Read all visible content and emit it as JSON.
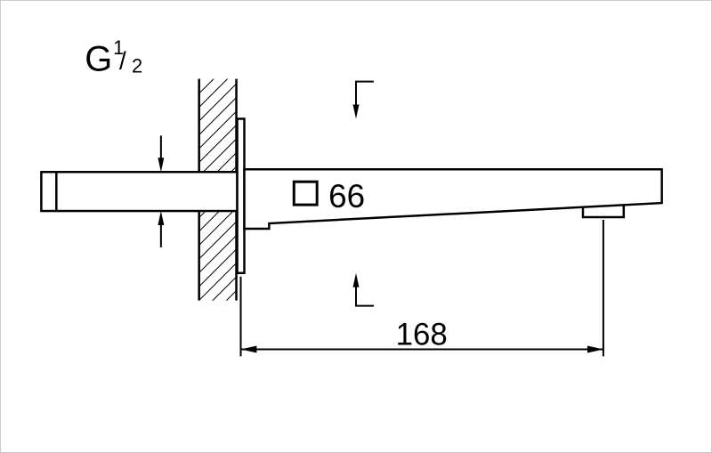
{
  "page": {
    "background_color": "#ffffff",
    "frame_border_color": "#cccccc",
    "line_color": "#000000"
  },
  "labels": {
    "thread": {
      "letter": "G",
      "numerator": "1",
      "slash": "/",
      "denominator": "2"
    },
    "square_dim": "66",
    "projection_dim": "168"
  },
  "icons": {
    "square_symbol": "square-section-symbol"
  },
  "dimensions": {
    "thread_size": "G 1/2",
    "flange_square_mm": "66",
    "projection_mm": "168"
  }
}
